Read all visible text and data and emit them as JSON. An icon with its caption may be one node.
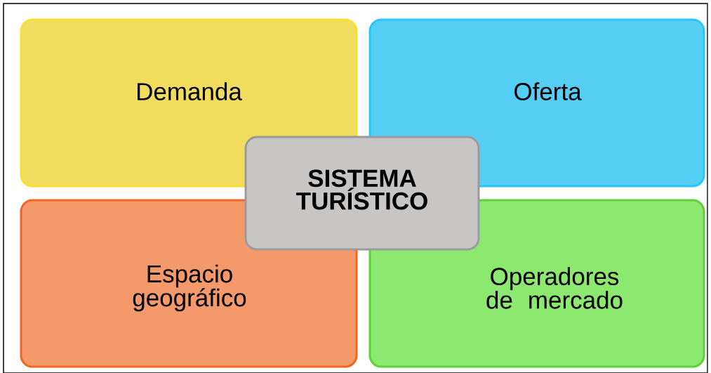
{
  "diagram": {
    "nodes": [
      {
        "text": [
          "Demanda"
        ]
      },
      {
        "text": [
          "Oferta"
        ]
      },
      {
        "text": [
          "SISTEMA TURÍSTICO"
        ]
      },
      {
        "text": [
          "Espacio geográfico"
        ]
      },
      {
        "text": [
          "Operadores de mercado"
        ]
      }
    ]
  }
}
